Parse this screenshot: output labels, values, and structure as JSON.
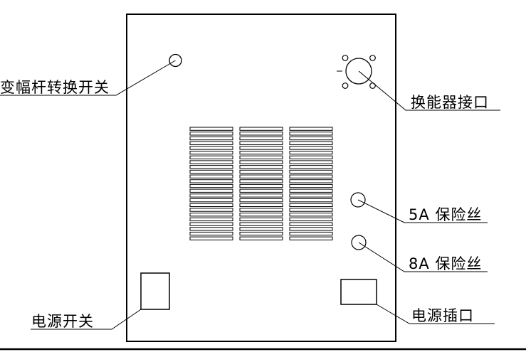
{
  "figure": {
    "kind": "device-panel-line-diagram",
    "colors": {
      "line": "#000000",
      "background": "#ffffff"
    }
  },
  "labels": {
    "amplitude_switch": "变幅杆转换开关",
    "transducer_port": "换能器接口",
    "fuse_5a": "5A 保险丝",
    "fuse_8a": "8A 保险丝",
    "power_switch": "电源开关",
    "power_socket": "电源插口"
  },
  "panel": {
    "vent_columns": 3,
    "vent_slats_per_column": 24,
    "bolt_holes": 4
  }
}
